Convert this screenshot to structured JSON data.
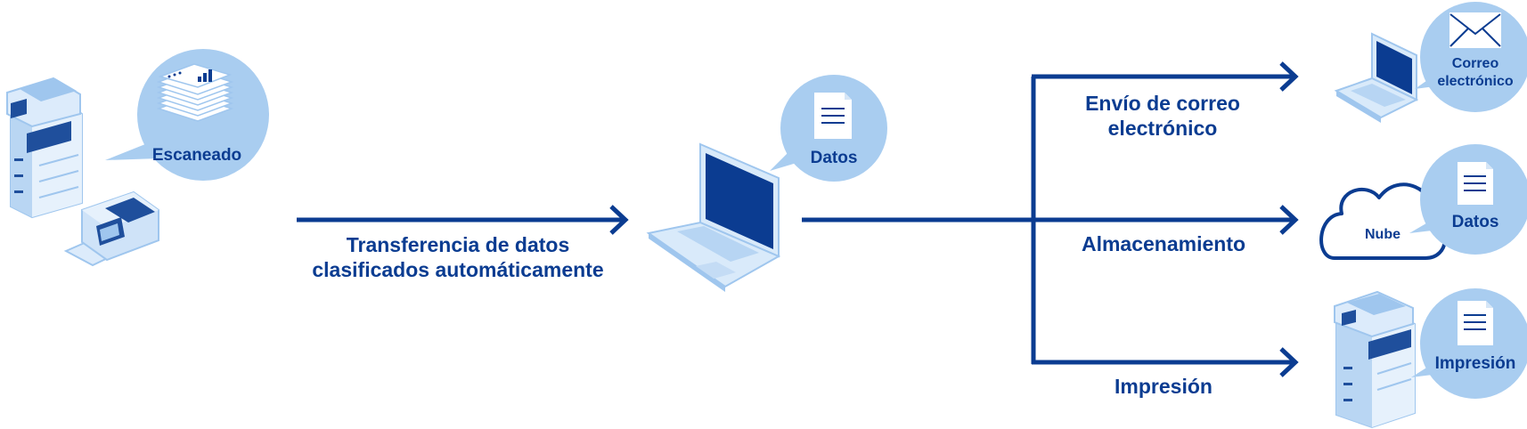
{
  "colors": {
    "primary": "#0b3c91",
    "bubble": "#a9cdf0",
    "device_light": "#d9eafa",
    "device_mid": "#9fc6ee",
    "device_dark": "#1f4f9c"
  },
  "sources": {
    "scan_bubble_label": "Escaneado",
    "devices": [
      "multifunction-printer",
      "document-scanner"
    ]
  },
  "transfer": {
    "line1": "Transferencia de datos",
    "line2": "clasificados automáticamente"
  },
  "center": {
    "device": "laptop",
    "bubble_label": "Datos"
  },
  "branches": {
    "email": {
      "line1": "Envío de correo",
      "line2": "electrónico",
      "bubble_line1": "Correo",
      "bubble_line2": "electrónico"
    },
    "storage": {
      "label": "Almacenamiento",
      "cloud_label": "Nube",
      "bubble_label": "Datos"
    },
    "print": {
      "label": "Impresión",
      "bubble_label": "Impresión"
    }
  }
}
